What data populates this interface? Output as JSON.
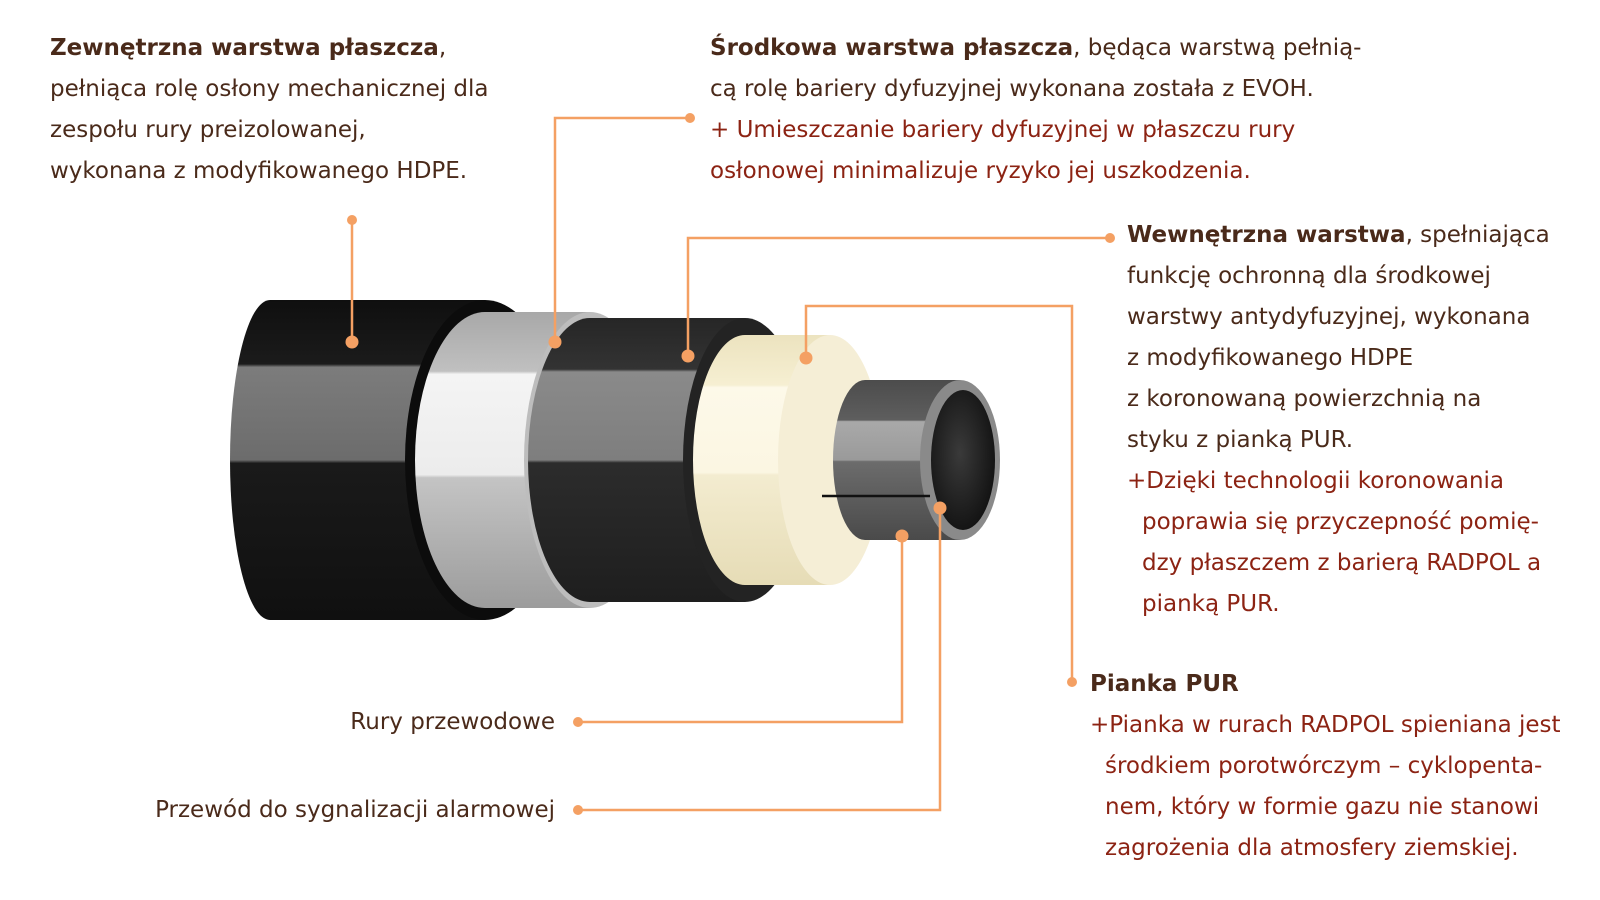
{
  "outer_layer": {
    "title": "Zewnętrzna warstwa płaszcza",
    "title_suffix": ",",
    "lines": [
      "pełniąca rolę osłony mechanicznej dla",
      "zespołu rury preizolowanej,",
      "wykonana z modyfikowanego HDPE."
    ]
  },
  "middle_layer": {
    "title": "Środkowa warstwa płaszcza",
    "title_suffix": ", będąca warstwą pełnią-",
    "lines": [
      "cą rolę bariery dyfuzyjnej wykonana została z EVOH."
    ],
    "note_lines": [
      "+ Umieszczanie bariery dyfuzyjnej w płaszczu rury",
      "osłonowej minimalizuje ryzyko jej uszkodzenia."
    ]
  },
  "inner_layer": {
    "title": "Wewnętrzna warstwa",
    "title_suffix": ", spełniająca",
    "lines": [
      "funkcję ochronną dla środkowej",
      "warstwy antydyfuzyjnej, wykonana",
      "z modyfikowanego HDPE",
      "z koronowaną powierzchnią na",
      "styku z pianką PUR."
    ],
    "note_lines": [
      "+Dzięki technologii koronowania",
      "poprawia się przyczepność pomię-",
      "dzy płaszczem z barierą RADPOL a",
      "pianką PUR."
    ]
  },
  "pur_foam": {
    "title": "Pianka PUR",
    "note_lines": [
      "+Pianka w rurach RADPOL spieniana jest",
      "środkiem porotwórczym – cyklopenta-",
      "nem, który w formie gazu nie stanowi",
      "zagrożenia dla atmosfery ziemskiej."
    ]
  },
  "service_pipes": {
    "label": "Rury przewodowe"
  },
  "alarm_wire": {
    "label": "Przewód do sygnalizacji alarmowej"
  },
  "colors": {
    "leader": "#f4a063",
    "dark_text": "#4a2a1a",
    "note_text": "#8c2313",
    "jacket_black": "#141414",
    "barrier_grey": "#c8c8c8",
    "foam_cream": "#fbf5dc",
    "pipe_grey": "#7a7a7a"
  }
}
